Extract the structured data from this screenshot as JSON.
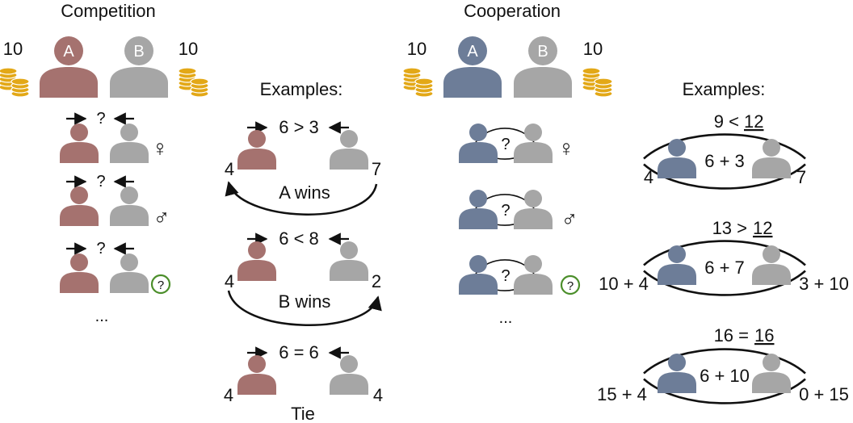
{
  "colors": {
    "player_a_competition": "#a5726f",
    "player_a_cooperation": "#6d7d98",
    "player_b": "#a6a6a6",
    "coin": "#e3a817",
    "female_symbol": "#c05a14",
    "male_symbol": "#2f78b4",
    "unknown_symbol": "#4b8e2a"
  },
  "competition": {
    "title": "Competition",
    "endowment_a": "10",
    "endowment_b": "10",
    "avatar_a_letter": "A",
    "avatar_b_letter": "B",
    "question_mark": "?",
    "partner_symbols": [
      "♀",
      "♂",
      "?"
    ],
    "ellipsis": "...",
    "examples_title": "Examples:",
    "examples": [
      {
        "comparison": "6 > 3",
        "left_value": "4",
        "right_value": "7",
        "outcome": "A wins"
      },
      {
        "comparison": "6 < 8",
        "left_value": "4",
        "right_value": "2",
        "outcome": "B wins"
      },
      {
        "comparison": "6 = 6",
        "left_value": "4",
        "right_value": "4",
        "outcome": "Tie"
      }
    ]
  },
  "cooperation": {
    "title": "Cooperation",
    "endowment_a": "10",
    "endowment_b": "10",
    "avatar_a_letter": "A",
    "avatar_b_letter": "B",
    "question_mark": "?",
    "partner_symbols": [
      "♀",
      "♂",
      "?"
    ],
    "ellipsis": "...",
    "examples_title": "Examples:",
    "examples": [
      {
        "comparison_left": "9 <",
        "threshold": "12",
        "sum": "6 + 3",
        "left_value": "4",
        "right_value": "7"
      },
      {
        "comparison_left": "13 >",
        "threshold": "12",
        "sum": "6 + 7",
        "left_value": "10 + 4",
        "right_value": "3 + 10"
      },
      {
        "comparison_left": "16 =",
        "threshold": "16",
        "sum": "6 + 10",
        "left_value": "15 + 4",
        "right_value": "0 + 15"
      }
    ]
  }
}
